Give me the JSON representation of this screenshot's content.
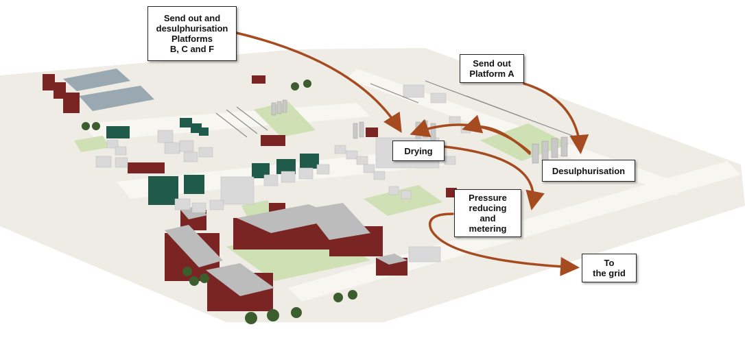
{
  "labels": {
    "send_out_bcf": "Send out and\ndesulphurisation\nPlatforms\nB, C and F",
    "send_out_a": "Send out\nPlatform A",
    "drying": "Drying",
    "desulphurisation": "Desulphurisation",
    "pressure": "Pressure\nreducing\nand\nmetering",
    "grid": "To\nthe grid"
  },
  "colors": {
    "ground": "#eeece4",
    "road": "#f6f5f0",
    "grass": "#cfe0b4",
    "building_red": "#7a2424",
    "building_green": "#1f5a4a",
    "building_grey": "#d9d9d9",
    "tank": "#9aa8b2",
    "arrow": "#a64b1f",
    "tree": "#3c5e2e"
  }
}
